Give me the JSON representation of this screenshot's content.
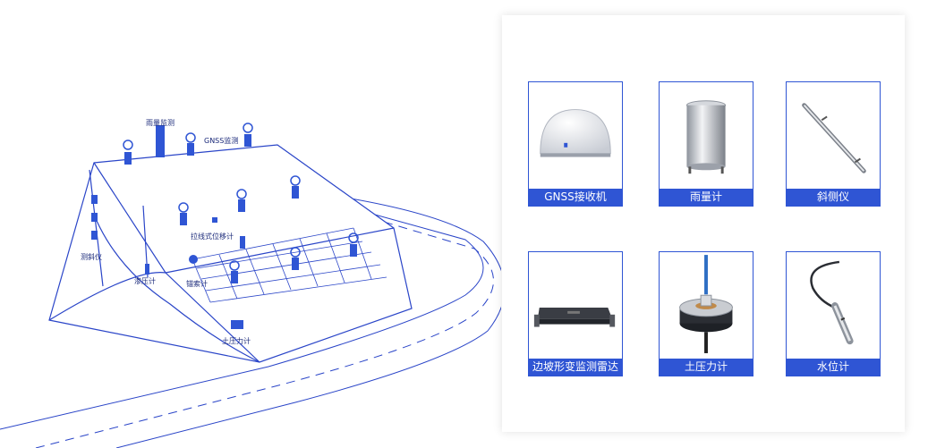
{
  "scene": {
    "labels": {
      "rain": "雨量监测",
      "gnss": "GNSS监测",
      "inclinometer": "测斜仪",
      "wire": "拉线式位移计",
      "piezometer": "渗压计",
      "anchor": "锚索计",
      "earth_pressure": "土压力计"
    }
  },
  "cards": [
    {
      "label": "GNSS接收机",
      "icon": "gnss-receiver"
    },
    {
      "label": "雨量计",
      "icon": "rain-gauge"
    },
    {
      "label": "斜侧仪",
      "icon": "inclinometer-probe"
    },
    {
      "label": "边坡形变监测雷达",
      "icon": "radar-unit"
    },
    {
      "label": "土压力计",
      "icon": "earth-pressure-cell"
    },
    {
      "label": "水位计",
      "icon": "water-level-probe"
    }
  ],
  "colors": {
    "accent": "#2f55d4",
    "line": "#2a45c8",
    "dark": "#1b2a7a"
  }
}
